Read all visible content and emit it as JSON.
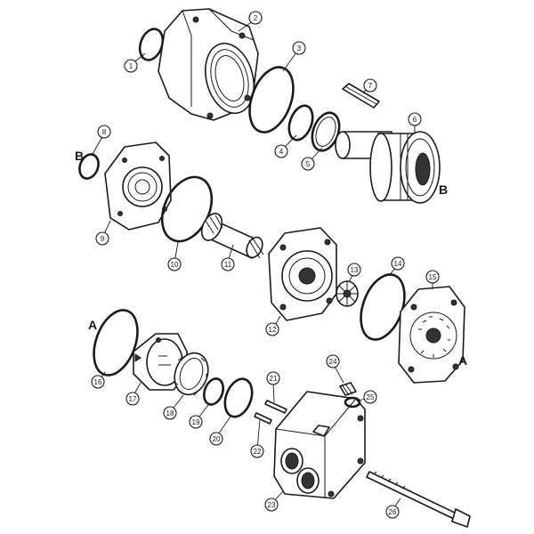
{
  "diagram": {
    "callouts": [
      "1",
      "2",
      "3",
      "4",
      "5",
      "6",
      "7",
      "8",
      "9",
      "10",
      "11",
      "12",
      "13",
      "14",
      "15",
      "16",
      "17",
      "18",
      "19",
      "20",
      "21",
      "22",
      "23",
      "24",
      "25",
      "26"
    ],
    "letters": {
      "b_left": "B",
      "b_right": "B",
      "a_left": "A",
      "a_right": "A"
    }
  }
}
